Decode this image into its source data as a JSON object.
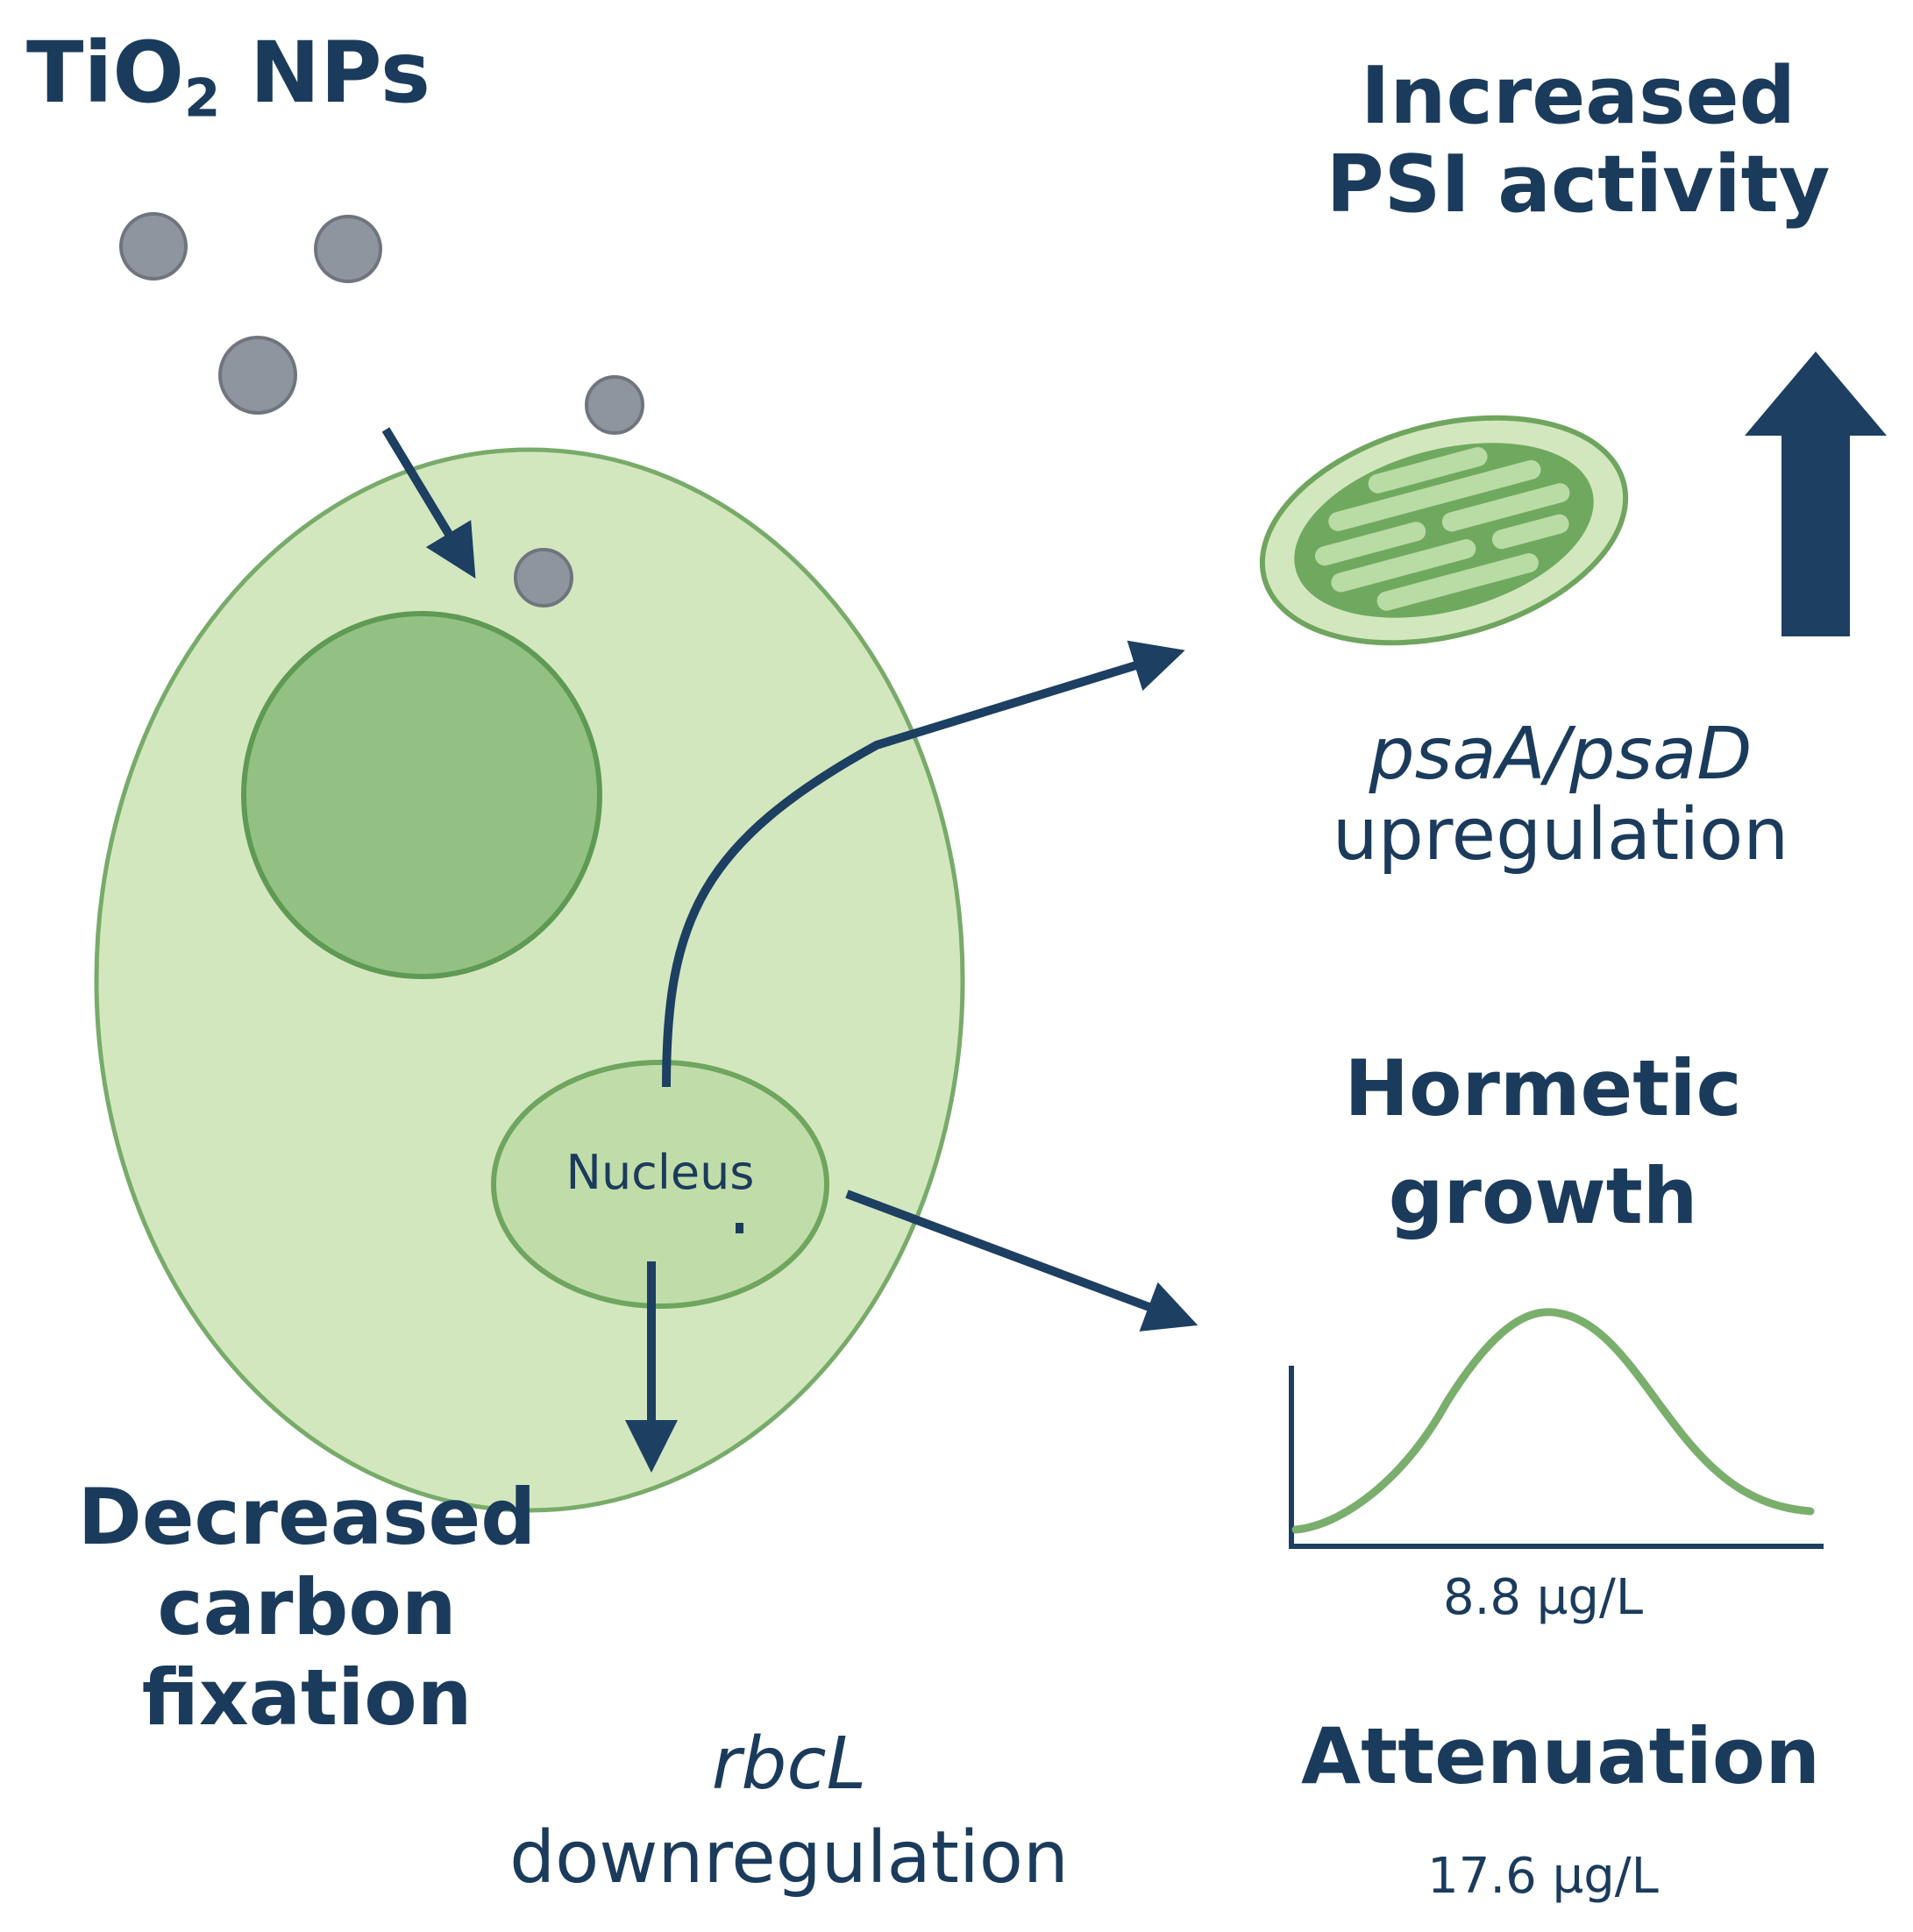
{
  "colors": {
    "text": "#1b3b5c",
    "arrow": "#1c3f62",
    "cell_fill": "#d3e7be",
    "cell_stroke": "#78ab6a",
    "vacuole_fill": "#93c183",
    "particle_fill": "#8f959e",
    "particle_stroke": "#6f757e",
    "chloroplast_fill": "#6fa95f",
    "thylakoid_fill": "#b9dba4",
    "curve": "#7aae6c"
  },
  "icons": [
    "nanoparticle-icon",
    "cell-icon",
    "nucleus-icon",
    "chloroplast-icon",
    "up-arrow-icon",
    "growth-curve-icon"
  ],
  "title": {
    "main": "TiO",
    "sub": "2",
    "rest": " NPs"
  },
  "nucleus_label": "Nucleus",
  "psi": {
    "line1": "Increased",
    "line2": "PSI activity"
  },
  "psa": {
    "genes": "psaA/psaD",
    "effect": "upregulation"
  },
  "hormetic": {
    "line1": "Hormetic",
    "line2": "growth"
  },
  "dose_peak": "8.8 µg/L",
  "attenuation": {
    "label": "Attenuation",
    "dose": "17.6 µg/L"
  },
  "carbon": {
    "line1": "Decreased",
    "line2": "carbon",
    "line3": "fixation"
  },
  "rbcl": {
    "gene": "rbcL",
    "effect": "downregulation"
  }
}
